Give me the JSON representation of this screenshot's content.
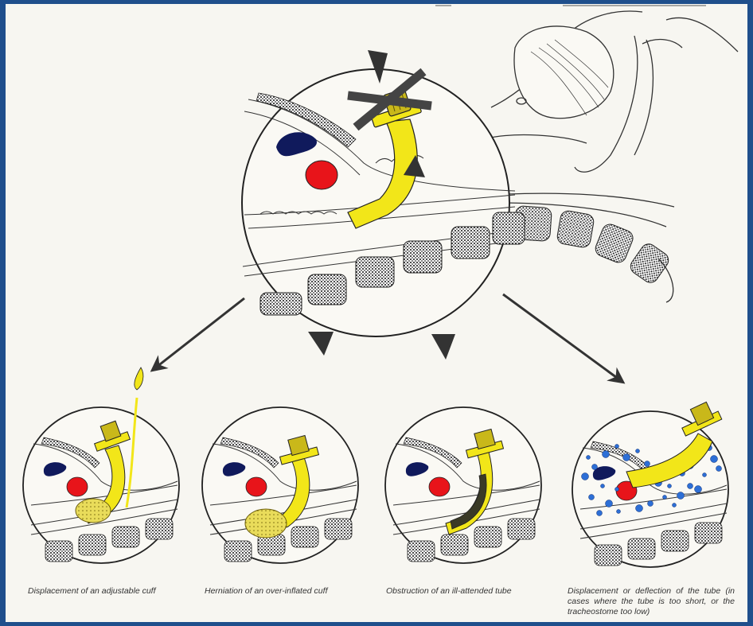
{
  "colors": {
    "tube": "#f2e619",
    "cuff_sand": "#e9dc5a",
    "obstruction": "#3a3a26",
    "vessel_dark": "#101a5c",
    "vessel_red": "#e8141a",
    "secretion_blue": "#2d6fd6",
    "ink": "#222222",
    "frame": "#1f4f8c"
  },
  "captions": [
    {
      "text": "Displacement of an adjustable cuff"
    },
    {
      "text": "Herniation of an over-inflated cuff"
    },
    {
      "text": "Obstruction of an ill-attended tube"
    },
    {
      "text": "Displacement or deflection of the tube (in cases where the tube is too short, or the tracheostome too low)"
    }
  ]
}
